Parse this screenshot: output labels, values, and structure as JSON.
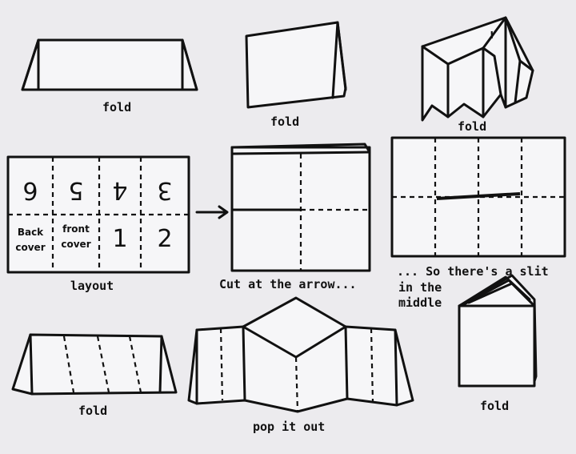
{
  "captions": {
    "step1": "fold",
    "step2": "fold",
    "step3": "fold",
    "layout": "layout",
    "cut": "Cut at the arrow...",
    "slit_line1": "... So there's a slit",
    "slit_line2": "in the",
    "slit_line3": "middle",
    "step7": "fold",
    "pop": "pop it out",
    "step9": "fold"
  },
  "layout_panels": {
    "top_row": [
      "6",
      "5",
      "4",
      "3"
    ],
    "bottom_row_cells": [
      {
        "line1": "Back",
        "line2": "cover"
      },
      {
        "line1": "front",
        "line2": "cover"
      },
      {
        "line1": "1",
        "line2": ""
      },
      {
        "line1": "2",
        "line2": ""
      }
    ]
  },
  "icons": {
    "arrow": "right-arrow-icon"
  },
  "colors": {
    "ink": "#111111",
    "paper": "#f6f6f8",
    "background": "#ecebee"
  }
}
